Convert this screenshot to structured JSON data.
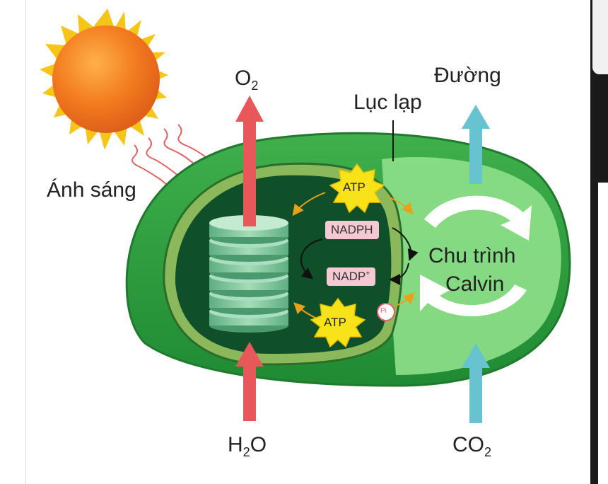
{
  "labels": {
    "light": "Ánh sáng",
    "chloroplast": "Lục lạp",
    "sugar": "Đường",
    "calvin_line1": "Chu trình",
    "calvin_line2": "Calvin",
    "nadph": "NADPH",
    "nadp_base": "NADP",
    "nadp_sup": "+",
    "atp_top": "ATP",
    "atp_bottom": "ATP",
    "pi": "Pi",
    "o2_base": "O",
    "o2_sub": "2",
    "h2o_h": "H",
    "h2o_sub": "2",
    "h2o_o": "O",
    "co2_base": "CO",
    "co2_sub": "2"
  },
  "colors": {
    "sun_core": "#f27a1e",
    "sun_rays": "#f5c518",
    "chloroplast_outer": "#2f9e3e",
    "chloroplast_light": "#8ee08a",
    "stroma_dark": "#0f4f2a",
    "thylakoid": "#7cc79b",
    "red_arrow": "#e8585a",
    "teal_arrow": "#66c3cf",
    "atp_star": "#f8e31a",
    "chip_pink": "#f5c9d4",
    "light_ray": "#e06464"
  }
}
